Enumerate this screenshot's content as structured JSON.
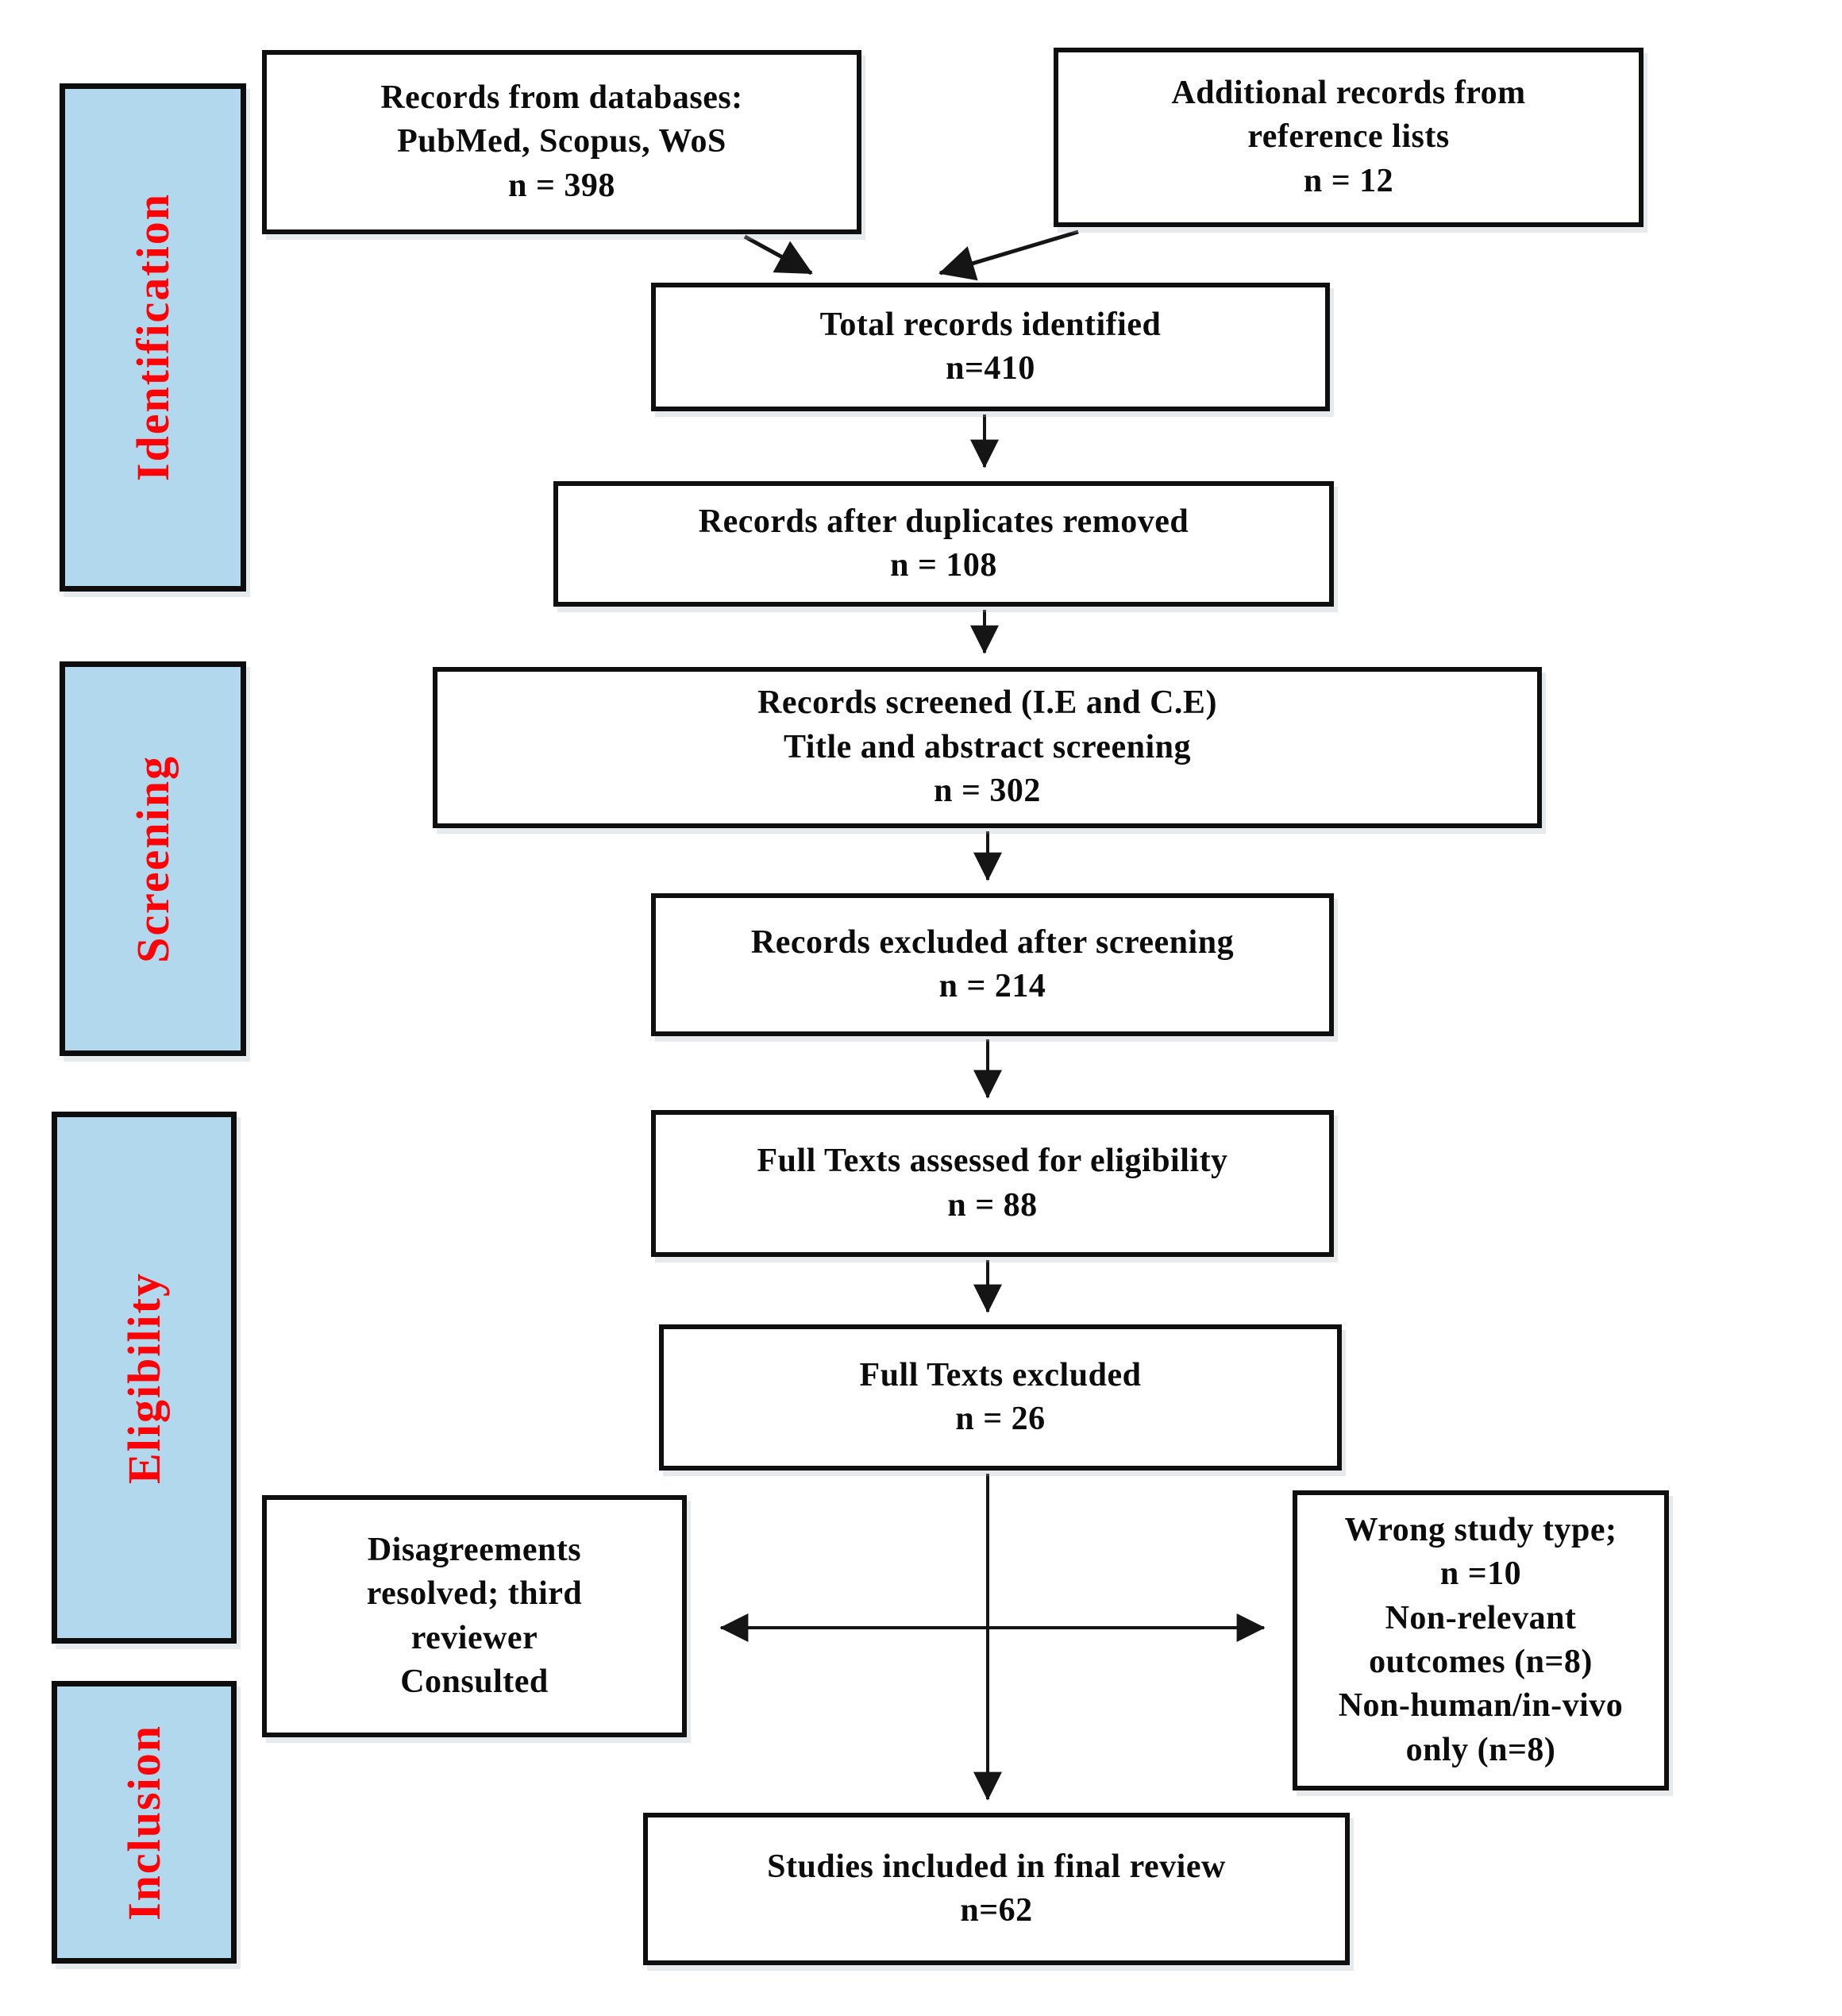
{
  "diagram": {
    "type": "prisma-flow",
    "stages": [
      {
        "label": "Identification"
      },
      {
        "label": "Screening"
      },
      {
        "label": "Eligibility"
      },
      {
        "label": "Inclusion"
      }
    ],
    "boxes": {
      "records_databases": {
        "lines": [
          "Records from databases:",
          "PubMed, Scopus, WoS",
          "n = 398"
        ]
      },
      "additional_records": {
        "lines": [
          "Additional records from",
          "reference lists",
          "n = 12"
        ]
      },
      "total_identified": {
        "lines": [
          "Total records identified",
          "n=410"
        ]
      },
      "duplicates_removed": {
        "lines": [
          "Records after duplicates removed",
          "n = 108"
        ]
      },
      "records_screened": {
        "lines": [
          "Records screened (I.E and C.E)",
          "Title and abstract screening",
          "n = 302"
        ]
      },
      "records_excluded": {
        "lines": [
          "Records excluded after screening",
          "n = 214"
        ]
      },
      "fulltext_assessed": {
        "lines": [
          "Full Texts assessed for eligibility",
          "n = 88"
        ]
      },
      "fulltext_excluded": {
        "lines": [
          "Full Texts excluded",
          "n = 26"
        ]
      },
      "disagreements": {
        "lines": [
          "Disagreements",
          "resolved; third",
          "reviewer",
          "Consulted"
        ]
      },
      "exclusion_reasons": {
        "lines": [
          "Wrong study type;",
          "n =10",
          "Non-relevant",
          "outcomes (n=8)",
          "Non-human/in-vivo",
          "only (n=8)"
        ]
      },
      "final_included": {
        "lines": [
          "Studies included in final review",
          "n=62"
        ]
      }
    },
    "counts": {
      "databases": 398,
      "reference_lists": 12,
      "total_identified": 410,
      "after_duplicates": 108,
      "screened": 302,
      "excluded_after_screening": 214,
      "fulltext_assessed": 88,
      "fulltext_excluded": 26,
      "wrong_study_type": 10,
      "non_relevant_outcomes": 8,
      "non_human_in_vivo": 8,
      "included_final_review": 62
    },
    "palette": {
      "stage_fill": "#b2d8ee",
      "stage_text": "#fb0307",
      "box_fill": "#ffffff",
      "border": "#0f0f0f",
      "arrow": "#151515"
    }
  }
}
